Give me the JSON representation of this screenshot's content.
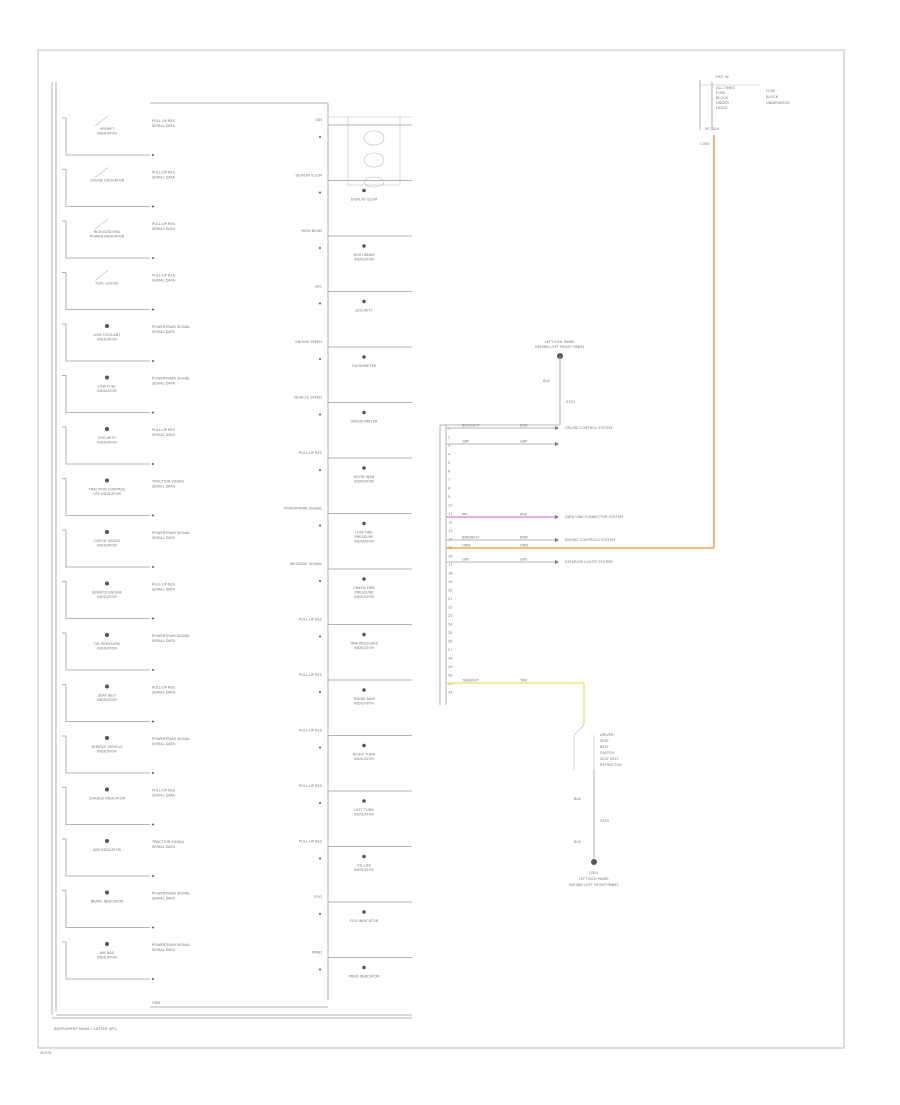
{
  "diagram": {
    "footer_label": "INSTRUMENT PANEL CLUSTER (IPC)",
    "page_code": "3E574",
    "top_right_connector": {
      "lines": [
        "HOT IN",
        "ALL TIMES",
        "FUSE",
        "BLOCK",
        "UNDER",
        "HOOD"
      ],
      "side_lines": [
        "FUSE",
        "BLOCK",
        "UNDERHOOD"
      ],
      "fuse_label": "IPC 10A",
      "splice": "C300"
    },
    "ground_top": {
      "lines": [
        "LEFT KICK PANEL",
        "BEHIND LEFT FRONT PANEL"
      ],
      "wire": "BLK",
      "splice": "S301"
    },
    "ground_bottom": {
      "lines": [
        "G301",
        "LEFT KICK PANEL",
        "BEHIND LEFT FRONT PANEL"
      ]
    },
    "seat_belt_switch": {
      "lines": [
        "DRIVER",
        "SEAT",
        "BELT",
        "SWITCH",
        "SEAT BELT",
        "RETRACTOR"
      ],
      "wires": [
        "BLK",
        "S301",
        "BLK"
      ]
    },
    "left_column": {
      "items": [
        {
          "label": "UPSHIFT INDICATOR",
          "pin_text": "PULL-UP RES"
        },
        {
          "label": "CRUISE INDICATOR",
          "pin_text": "PULL-UP RES"
        },
        {
          "label": "REDUCED ENG POWER INDICATOR",
          "pin_text": "PULL-UP RES"
        },
        {
          "label": "FUEL GAUGE",
          "pin_text": "PULL-UP RES"
        },
        {
          "label": "LOW COOLANT INDICATOR",
          "pin_text": "POWERTRAIN SIGNAL"
        },
        {
          "label": "LOW FUEL INDICATOR",
          "pin_text": "POWERTRAIN SIGNAL"
        },
        {
          "label": "SECURITY INDICATOR",
          "pin_text": "PULL-UP RES"
        },
        {
          "label": "TRACTION CONTROL OFF INDICATOR",
          "pin_text": "TRACTION SIGNAL"
        },
        {
          "label": "CHECK GAGES INDICATOR",
          "pin_text": "POWERTRAIN SIGNAL"
        },
        {
          "label": "SERVICE ENGINE INDICATOR",
          "pin_text": "PULL-UP RES"
        },
        {
          "label": "OIL PRESSURE INDICATOR",
          "pin_text": "POWERTRAIN SIGNAL"
        },
        {
          "label": "SEAT BELT INDICATOR",
          "pin_text": "PULL-UP RES"
        },
        {
          "label": "SERVICE VEHICLE INDICATOR",
          "pin_text": "POWERTRAIN SIGNAL"
        },
        {
          "label": "CHARGE INDICATOR",
          "pin_text": "PULL-UP RES"
        },
        {
          "label": "ABS INDICATOR",
          "pin_text": "TRACTION SIGNAL"
        },
        {
          "label": "BRAKE INDICATOR",
          "pin_text": "POWERTRAIN SIGNAL"
        },
        {
          "label": "AIR BAG INDICATOR",
          "pin_text": "POWERTRAIN SIGNAL"
        }
      ],
      "bottom_label": "GND"
    },
    "right_column": {
      "items": [
        {
          "label": "IGN",
          "pin_text": "IGN"
        },
        {
          "label": "DISPLAY ILLUM",
          "pin_text": "DISPLAY ILLUM"
        },
        {
          "label": "HIGH BEAM INDICATOR",
          "pin_text": "HIGH BEAM"
        },
        {
          "label": "SECURITY",
          "pin_text": "SEC"
        },
        {
          "label": "TACHOMETER",
          "pin_text": "ENGINE SPEED"
        },
        {
          "label": "SPEEDOMETER",
          "pin_text": "VEHICLE SPEED"
        },
        {
          "label": "DOOR AJAR INDICATOR",
          "pin_text": "PULL-UP RES"
        },
        {
          "label": "LOW TIRE PRESSURE INDICATOR",
          "pin_text": "POWERTRAIN SIGNAL"
        },
        {
          "label": "CHECK TIRE PRESSURE INDICATOR",
          "pin_text": "MESSAGE SIGNAL"
        },
        {
          "label": "TIRE PRESSURE INDICATOR",
          "pin_text": "PULL-UP RES"
        },
        {
          "label": "TRUNK AJAR INDICATOR",
          "pin_text": "PULL-UP RES"
        },
        {
          "label": "RIGHT TURN INDICATOR",
          "pin_text": "PULL-UP RES"
        },
        {
          "label": "LEFT TURN INDICATOR",
          "pin_text": "PULL-UP RES"
        },
        {
          "label": "OIL LIFE INDICATOR",
          "pin_text": "PULL-UP RES"
        },
        {
          "label": "FOG INDICATOR",
          "pin_text": "FOG"
        },
        {
          "label": "PRND INDICATOR",
          "pin_text": "PRND"
        }
      ]
    },
    "harness_rows": [
      {
        "wire": "BRN/WHT",
        "color": "BRN",
        "target": "CRUISE CONTROL SYSTEM",
        "wire_color": "#9e9e9e"
      },
      {
        "wire": "GRY",
        "color": "GRY",
        "target": "",
        "wire_color": "#9e9e9e"
      },
      {
        "wire": "PPL",
        "color": "PNK",
        "target": "DATA LINK CONNECTOR SYSTEM",
        "wire_color": "#e07be0"
      },
      {
        "wire": "BRN/WHT",
        "color": "BRN",
        "target": "ENGINE CONTROLS SYSTEM",
        "wire_color": "#9e9e9e"
      },
      {
        "wire": "ORN",
        "color": "ORN",
        "target": "",
        "wire_color": "#f0a060"
      },
      {
        "wire": "GRY",
        "color": "GRY",
        "target": "EXTERIOR LIGHTS SYSTEM",
        "wire_color": "#9e9e9e"
      },
      {
        "wire": "TAN/WHT",
        "color": "TAN",
        "target": "",
        "wire_color": "#e8e070"
      }
    ],
    "pin_numbers": [
      "1",
      "2",
      "3",
      "4",
      "5",
      "6",
      "7",
      "8",
      "9",
      "10",
      "11",
      "12",
      "13",
      "14",
      "15",
      "16",
      "17",
      "18",
      "19",
      "20",
      "21",
      "22",
      "23",
      "24",
      "25",
      "26",
      "27",
      "28",
      "29",
      "30",
      "31",
      "32"
    ],
    "colors": {
      "orange_feed": "#f4a35a",
      "pink_wire": "#e07be0",
      "yellow_wire": "#e8e070",
      "line": "#9e9e9e"
    }
  }
}
